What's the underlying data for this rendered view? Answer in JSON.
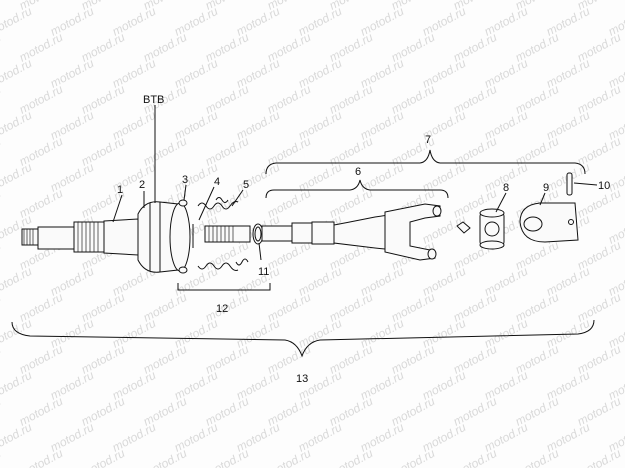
{
  "watermark": "motod.ru",
  "labels": {
    "btb": "BTB",
    "p1": "1",
    "p2": "2",
    "p3": "3",
    "p4": "4",
    "p5": "5",
    "p6": "6",
    "p7": "7",
    "p8": "8",
    "p9": "9",
    "p10": "10",
    "p11": "11",
    "p12": "12",
    "p13": "13"
  }
}
